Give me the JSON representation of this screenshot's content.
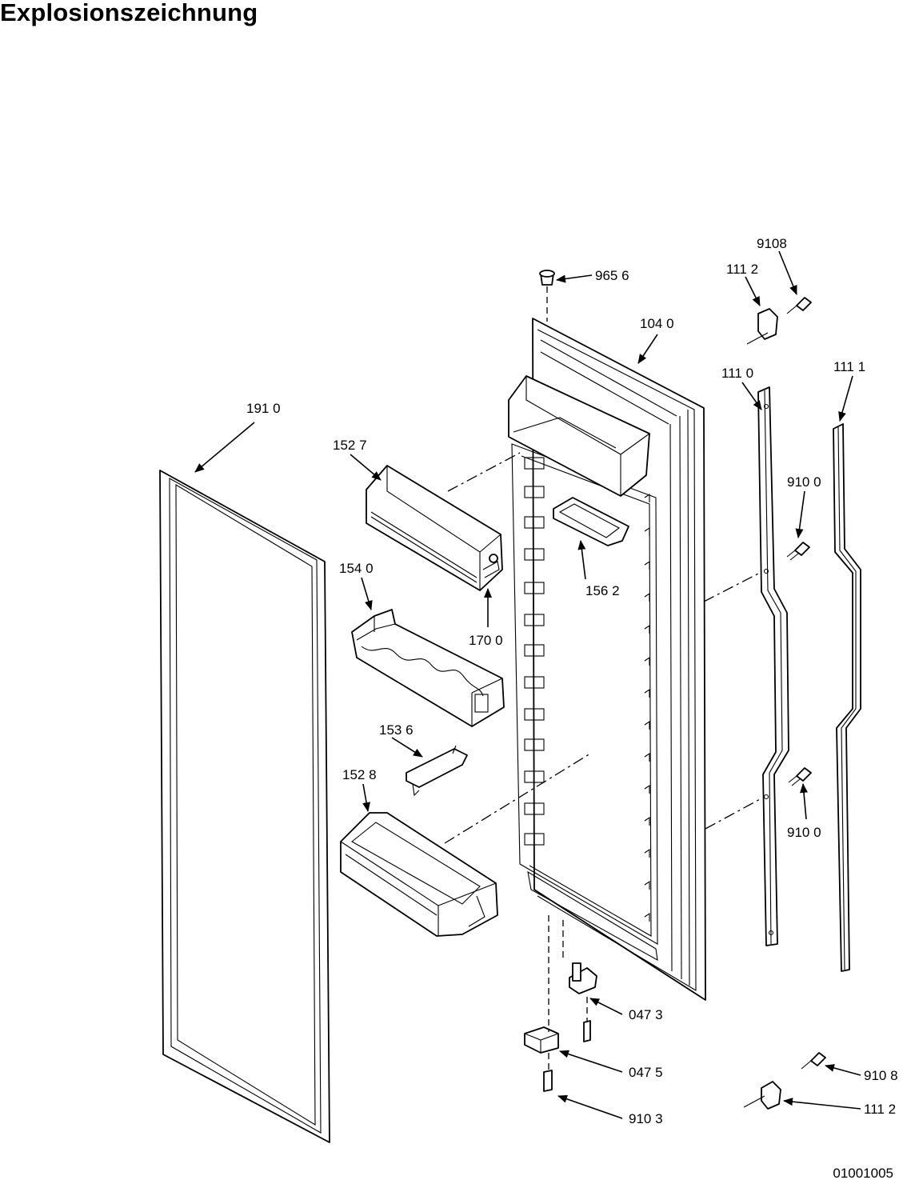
{
  "title": "Explosionszeichnung",
  "document_number": "01001005",
  "part_labels": [
    {
      "id": "p9656",
      "text": "965 6"
    },
    {
      "id": "p9108top",
      "text": "9108"
    },
    {
      "id": "p1112top",
      "text": "111 2"
    },
    {
      "id": "p1040",
      "text": "104 0"
    },
    {
      "id": "p1110",
      "text": "111 0"
    },
    {
      "id": "p1111",
      "text": "111 1"
    },
    {
      "id": "p1910",
      "text": "191 0"
    },
    {
      "id": "p1527",
      "text": "152 7"
    },
    {
      "id": "p9100a",
      "text": "910 0"
    },
    {
      "id": "p1540",
      "text": "154 0"
    },
    {
      "id": "p1562",
      "text": "156 2"
    },
    {
      "id": "p1700",
      "text": "170 0"
    },
    {
      "id": "p1536",
      "text": "153 6"
    },
    {
      "id": "p1528",
      "text": "152 8"
    },
    {
      "id": "p9100b",
      "text": "910 0"
    },
    {
      "id": "p0473",
      "text": "047 3"
    },
    {
      "id": "p0475",
      "text": "047 5"
    },
    {
      "id": "p9108b",
      "text": "910 8"
    },
    {
      "id": "p1112b",
      "text": "111 2"
    },
    {
      "id": "p9103",
      "text": "910 3"
    }
  ]
}
